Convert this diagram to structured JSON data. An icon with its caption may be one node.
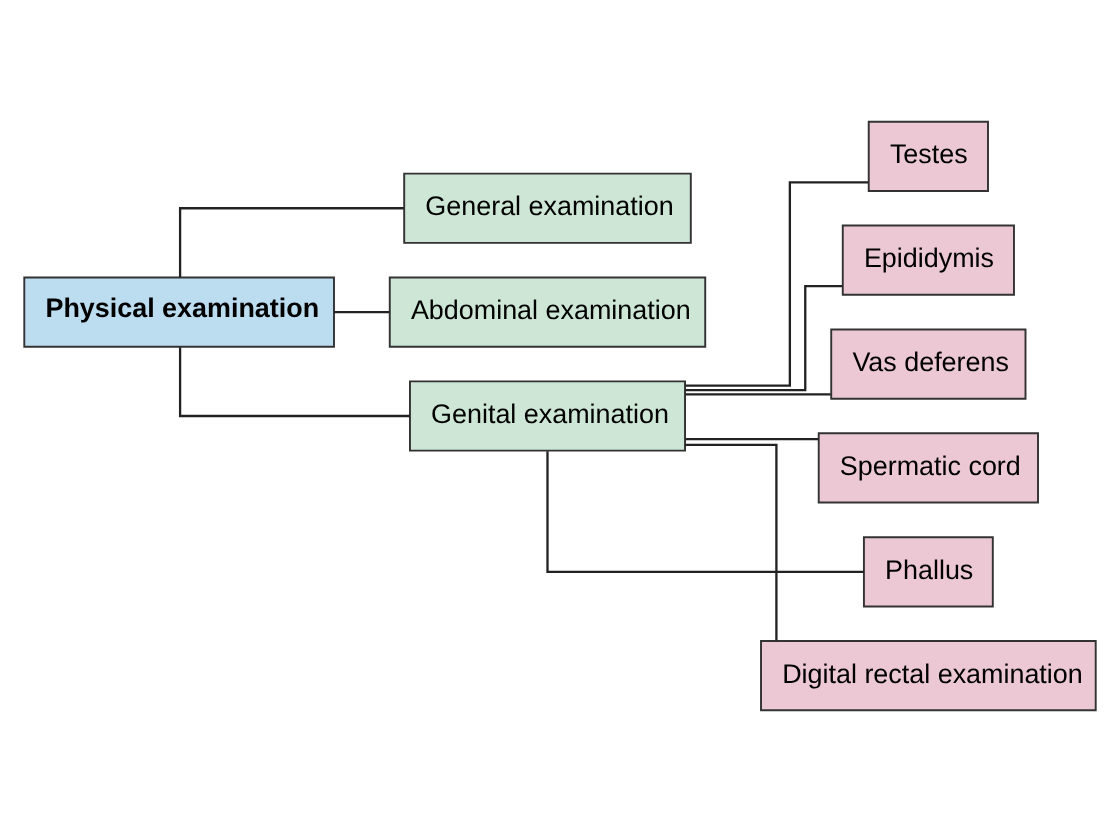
{
  "diagram": {
    "nodes": [
      {
        "text": [
          "Physical examination"
        ]
      },
      {
        "text": [
          "General examination"
        ]
      },
      {
        "text": [
          "Abdominal examination"
        ]
      },
      {
        "text": [
          "Genital examination"
        ]
      },
      {
        "text": [
          "Testes"
        ]
      },
      {
        "text": [
          "Epididymis"
        ]
      },
      {
        "text": [
          "Vas deferens"
        ]
      },
      {
        "text": [
          "Spermatic cord"
        ]
      },
      {
        "text": [
          "Phallus"
        ]
      },
      {
        "text": [
          "Digital rectal examination"
        ]
      }
    ],
    "edges": [
      {
        "from": 0,
        "to": 1,
        "arrow": "none"
      },
      {
        "from": 0,
        "to": 2,
        "arrow": "none"
      },
      {
        "from": 0,
        "to": 3,
        "arrow": "none"
      },
      {
        "from": 3,
        "to": 4,
        "arrow": "none"
      },
      {
        "from": 3,
        "to": 5,
        "arrow": "none"
      },
      {
        "from": 3,
        "to": 6,
        "arrow": "none"
      },
      {
        "from": 3,
        "to": 7,
        "arrow": "none"
      },
      {
        "from": 3,
        "to": 8,
        "arrow": "none"
      },
      {
        "from": 3,
        "to": 9,
        "arrow": "none"
      }
    ]
  }
}
